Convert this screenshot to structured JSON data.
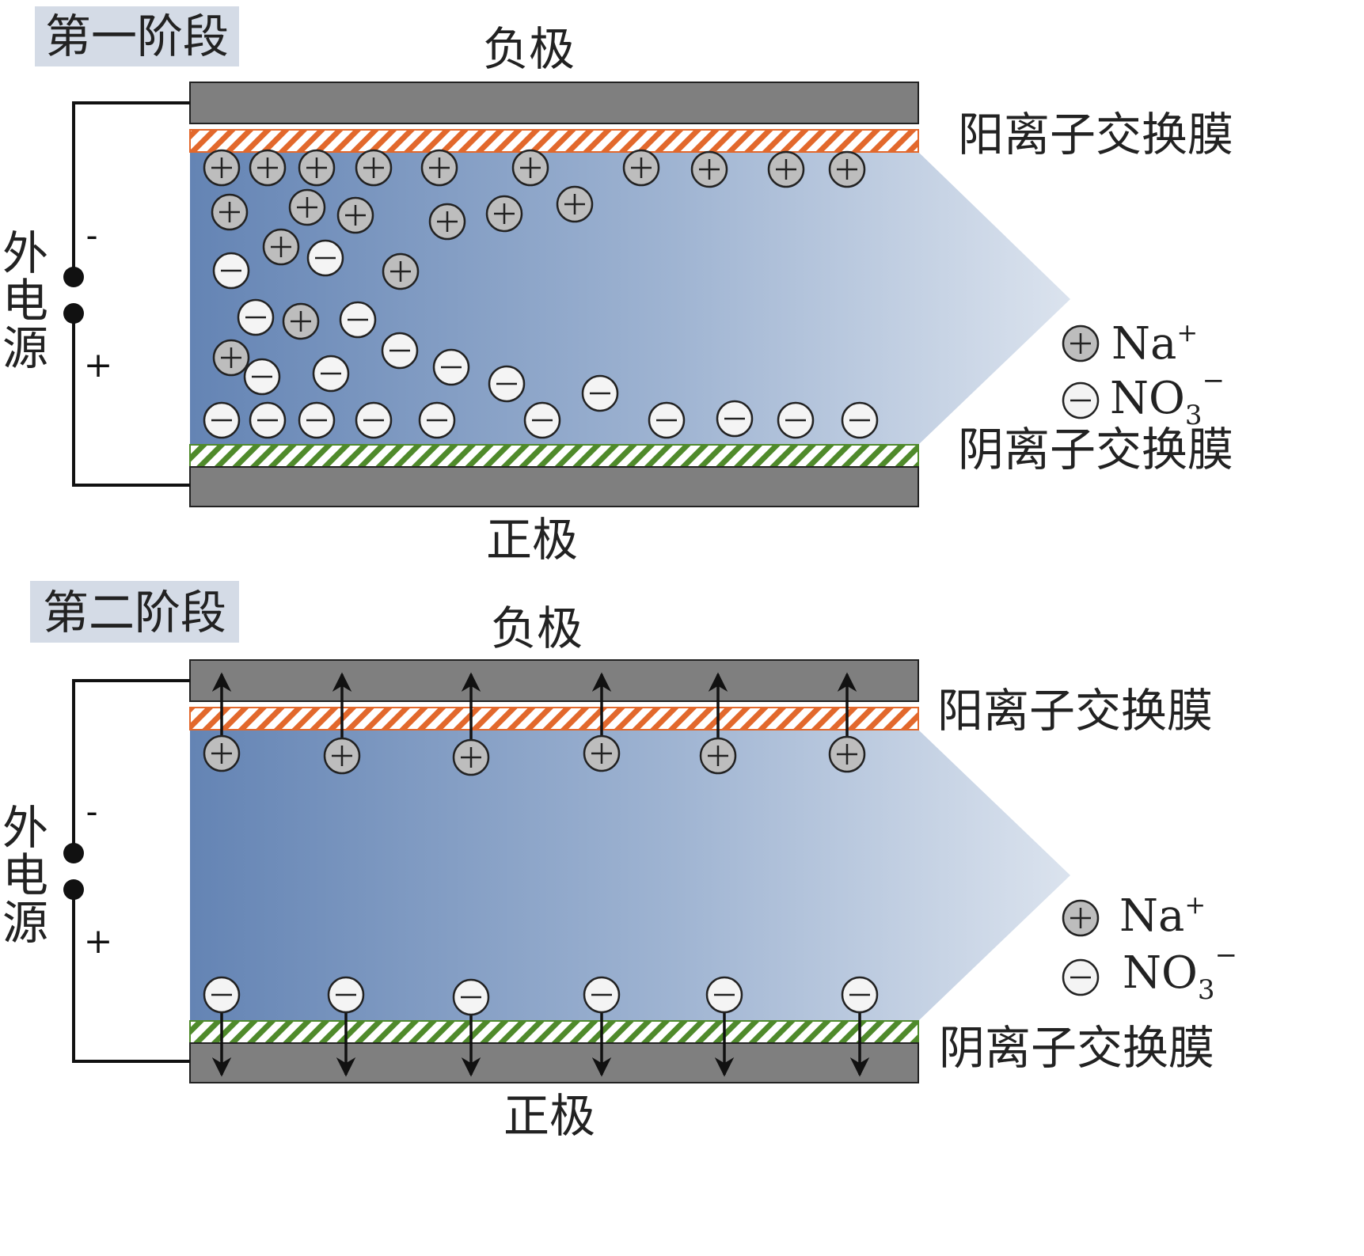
{
  "panels": [
    {
      "stage_label": "第一阶段",
      "negative_electrode": "负极",
      "positive_electrode": "正极",
      "cation_membrane": "阳离子交换膜",
      "anion_membrane": "阴离子交换膜",
      "power_source": [
        "外",
        "电",
        "源"
      ],
      "minus_sign": "-",
      "plus_sign": "+",
      "legend": {
        "cation_symbol": "Na",
        "cation_charge": "+",
        "anion_symbol": "NO",
        "anion_subscript": "3",
        "anion_charge": "−"
      },
      "mode": "ions-in-solution",
      "cations": [
        [
          280,
          212
        ],
        [
          338,
          212
        ],
        [
          400,
          212
        ],
        [
          472,
          212
        ],
        [
          555,
          212
        ],
        [
          670,
          212
        ],
        [
          810,
          212
        ],
        [
          896,
          214
        ],
        [
          993,
          214
        ],
        [
          1070,
          214
        ],
        [
          290,
          268
        ],
        [
          388,
          262
        ],
        [
          449,
          272
        ],
        [
          565,
          280
        ],
        [
          637,
          270
        ],
        [
          726,
          258
        ],
        [
          355,
          312
        ],
        [
          380,
          406
        ],
        [
          506,
          343
        ],
        [
          292,
          452
        ]
      ],
      "anions": [
        [
          411,
          326
        ],
        [
          292,
          342
        ],
        [
          323,
          401
        ],
        [
          452,
          404
        ],
        [
          505,
          443
        ],
        [
          570,
          464
        ],
        [
          640,
          485
        ],
        [
          331,
          476
        ],
        [
          418,
          472
        ],
        [
          758,
          497
        ],
        [
          280,
          531
        ],
        [
          338,
          531
        ],
        [
          400,
          531
        ],
        [
          472,
          531
        ],
        [
          552,
          531
        ],
        [
          685,
          531
        ],
        [
          842,
          531
        ],
        [
          928,
          529
        ],
        [
          1005,
          531
        ],
        [
          1086,
          531
        ]
      ]
    },
    {
      "stage_label": "第二阶段",
      "negative_electrode": "负极",
      "positive_electrode": "正极",
      "cation_membrane": "阳离子交换膜",
      "anion_membrane": "阴离子交换膜",
      "power_source": [
        "外",
        "电",
        "源"
      ],
      "minus_sign": "-",
      "plus_sign": "+",
      "legend": {
        "cation_symbol": "Na",
        "cation_charge": "+",
        "anion_symbol": "NO",
        "anion_subscript": "3",
        "anion_charge": "−"
      },
      "mode": "ions-at-membranes",
      "cations": [
        [
          280,
          952
        ],
        [
          432,
          955
        ],
        [
          595,
          957
        ],
        [
          760,
          952
        ],
        [
          907,
          955
        ],
        [
          1070,
          953
        ]
      ],
      "anions": [
        [
          280,
          1257
        ],
        [
          437,
          1257
        ],
        [
          595,
          1260
        ],
        [
          760,
          1257
        ],
        [
          915,
          1257
        ],
        [
          1086,
          1257
        ]
      ]
    }
  ],
  "colors": {
    "electrode": "#7f7f7f",
    "cation_membrane": "#e2682c",
    "anion_membrane": "#4f8a2b",
    "solution_dark": "#6484b4",
    "solution_light": "#c2d0e2",
    "stage_label_bg": "#d4dbe6",
    "cation_fill": "#bdbdbd",
    "anion_fill": "#f4f4f4"
  }
}
